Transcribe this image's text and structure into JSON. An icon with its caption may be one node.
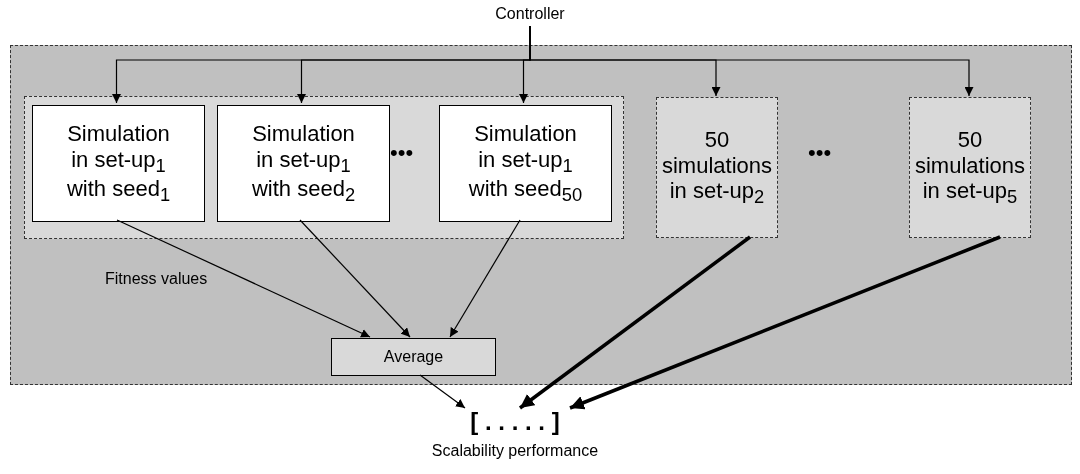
{
  "diagram": {
    "nodes": [
      {
        "text": [
          "Controller"
        ]
      },
      {
        "text": [],
        "shape": "box"
      },
      {
        "text": [],
        "shape": "box",
        "in": 1
      },
      {
        "text": [
          "Simulation in set-up$_{1}$ with seed$_{1}$"
        ],
        "in": 2
      },
      {
        "text": [
          "Simulation in set-up$_{1}$ with seed$_{2}$"
        ],
        "in": 2
      },
      {
        "text": [
          "Simulation in set-up$_{1}$ with seed$_{50}$"
        ],
        "in": 2
      },
      {
        "text": [
          "50 simulations in set-up$_{2}$"
        ],
        "in": 1
      },
      {
        "text": [
          "50 simulations in set-up$_{5}$"
        ],
        "in": 1
      },
      {
        "text": [
          "Average"
        ],
        "in": 1
      },
      {
        "text": [
          "[ . . . . . ]"
        ],
        "beside": [
          "Scalability performance"
        ]
      }
    ],
    "edges": [
      {
        "from": 0,
        "to": 3,
        "arrow": "to"
      },
      {
        "from": 0,
        "to": 4,
        "arrow": "to"
      },
      {
        "from": 0,
        "to": 5,
        "arrow": "to"
      },
      {
        "from": 0,
        "to": 6,
        "arrow": "to"
      },
      {
        "from": 0,
        "to": 7,
        "arrow": "to"
      },
      {
        "from": 3,
        "to": 8,
        "arrow": "to"
      },
      {
        "from": 4,
        "to": 8,
        "arrow": "to"
      },
      {
        "from": 5,
        "to": 8,
        "arrow": "to"
      },
      {
        "from": 8,
        "to": 9,
        "arrow": "to"
      },
      {
        "from": 6,
        "to": 9,
        "arrow": "to",
        "style": "thick"
      },
      {
        "from": 7,
        "to": 9,
        "arrow": "to",
        "style": "thick"
      }
    ],
    "labels": [
      "•••",
      "•••",
      "Fitness values"
    ]
  }
}
